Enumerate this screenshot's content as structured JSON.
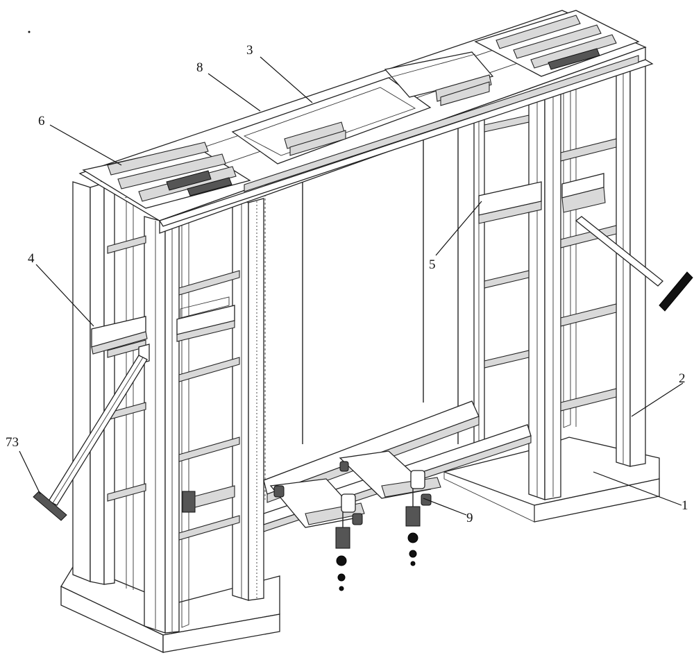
{
  "figure": {
    "labels": {
      "base": "1",
      "column": "2",
      "top_beam": "3",
      "left_carriage": "4",
      "right_carriage": "5",
      "top_left_rails": "6",
      "lift_crossbar": "8",
      "bottom_cart": "9",
      "brace_handle": "73"
    },
    "colors": {
      "line": "#222222",
      "shade": "#d9d9d9",
      "dark": "#555555"
    }
  }
}
